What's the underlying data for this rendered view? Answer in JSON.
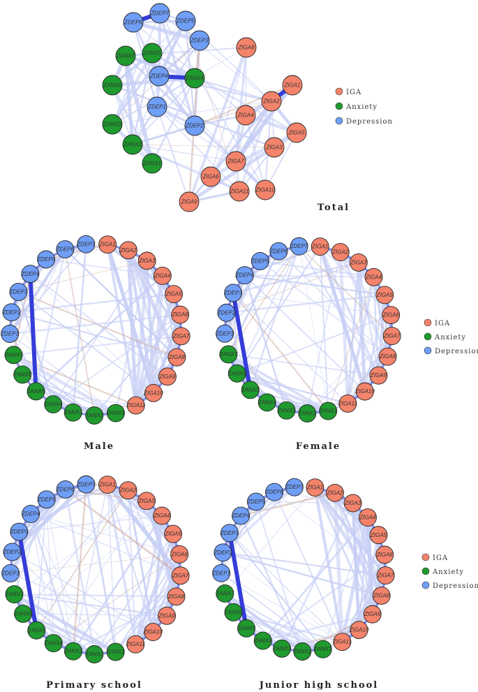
{
  "colors": {
    "IGA": "#f4836b",
    "Anxiety": "#1f9a2e",
    "Depression": "#6f9ef7",
    "edge_strong": "#2a34d6",
    "edge_weak": "#c7cff5",
    "edge_neg": "#c9a59a"
  },
  "legend": {
    "items": [
      {
        "key": "IGA",
        "label": "IGA"
      },
      {
        "key": "Anxiety",
        "label": "Anxiety"
      },
      {
        "key": "Depression",
        "label": "Depression"
      }
    ]
  },
  "nodes": {
    "IGA": [
      "ZIGA1",
      "ZIGA2",
      "ZIGA3",
      "ZIGA4",
      "ZIGA5",
      "ZIGA6",
      "ZIGA7",
      "ZIGA8",
      "ZIGA9",
      "ZIGA10",
      "ZIGA11"
    ],
    "Anxiety": [
      "ZANX1",
      "ZANX2",
      "ZANX3",
      "ZANX4",
      "ZANX5",
      "ZANX6",
      "ZANX7"
    ],
    "Depression": [
      "ZDEP1",
      "ZDEP2",
      "ZDEP3",
      "ZDEP4",
      "ZDEP5",
      "ZDEP6",
      "ZDEP7"
    ]
  },
  "panels": [
    {
      "id": "total",
      "title": "Total",
      "layout": "spring"
    },
    {
      "id": "male",
      "title": "Male",
      "layout": "circle"
    },
    {
      "id": "female",
      "title": "Female",
      "layout": "circle"
    },
    {
      "id": "primary",
      "title": "Primary school",
      "layout": "circle"
    },
    {
      "id": "junior",
      "title": "Junior high school",
      "layout": "circle"
    }
  ],
  "chart_data": {
    "type": "network",
    "strong_edges": [
      {
        "panel": "total",
        "from": "ZDEP6",
        "to": "ZDEP7"
      },
      {
        "panel": "total",
        "from": "ZIGA1",
        "to": "ZIGA2"
      },
      {
        "panel": "total",
        "from": "ZANX4",
        "to": "ZDEP4"
      },
      {
        "panel": "male",
        "from": "ZDEP4",
        "to": "ZANX5"
      },
      {
        "panel": "female",
        "from": "ZDEP3",
        "to": "ZANX5"
      },
      {
        "panel": "primary",
        "from": "ZDEP3",
        "to": "ZANX5"
      },
      {
        "panel": "junior",
        "from": "ZDEP3",
        "to": "ZANX5"
      }
    ]
  }
}
